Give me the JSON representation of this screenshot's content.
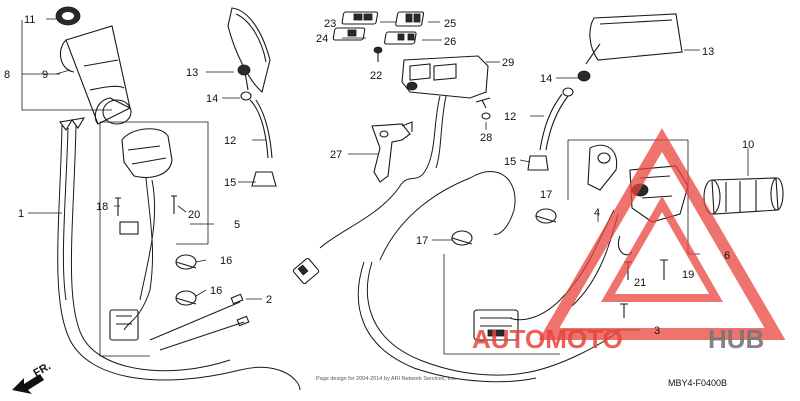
{
  "diagram": {
    "labels": [
      {
        "id": "l1",
        "text": "1"
      },
      {
        "id": "l2",
        "text": "2"
      },
      {
        "id": "l3",
        "text": "3"
      },
      {
        "id": "l4",
        "text": "4"
      },
      {
        "id": "l5",
        "text": "5"
      },
      {
        "id": "l6",
        "text": "6"
      },
      {
        "id": "l8",
        "text": "8"
      },
      {
        "id": "l9",
        "text": "9"
      },
      {
        "id": "l10",
        "text": "10"
      },
      {
        "id": "l11",
        "text": "11"
      },
      {
        "id": "l12a",
        "text": "12"
      },
      {
        "id": "l12b",
        "text": "12"
      },
      {
        "id": "l13a",
        "text": "13"
      },
      {
        "id": "l13b",
        "text": "13"
      },
      {
        "id": "l14a",
        "text": "14"
      },
      {
        "id": "l14b",
        "text": "14"
      },
      {
        "id": "l15a",
        "text": "15"
      },
      {
        "id": "l15b",
        "text": "15"
      },
      {
        "id": "l16a",
        "text": "16"
      },
      {
        "id": "l16b",
        "text": "16"
      },
      {
        "id": "l17a",
        "text": "17"
      },
      {
        "id": "l17b",
        "text": "17"
      },
      {
        "id": "l18",
        "text": "18"
      },
      {
        "id": "l19",
        "text": "19"
      },
      {
        "id": "l20",
        "text": "20"
      },
      {
        "id": "l21",
        "text": "21"
      },
      {
        "id": "l22",
        "text": "22"
      },
      {
        "id": "l23",
        "text": "23"
      },
      {
        "id": "l24",
        "text": "24"
      },
      {
        "id": "l25",
        "text": "25"
      },
      {
        "id": "l26",
        "text": "26"
      },
      {
        "id": "l27",
        "text": "27"
      },
      {
        "id": "l28",
        "text": "28"
      },
      {
        "id": "l29",
        "text": "29"
      }
    ],
    "front_arrow": "FR.",
    "diagram_code": "MBY4-F0400B",
    "copyright": "Page design for 2004-2014 by ARI Network Services, Inc."
  },
  "watermark": {
    "text_part1": "AUTOMOTO",
    "text_part2": "HUB",
    "color_red": "#e8453c",
    "color_gray": "#777777"
  }
}
